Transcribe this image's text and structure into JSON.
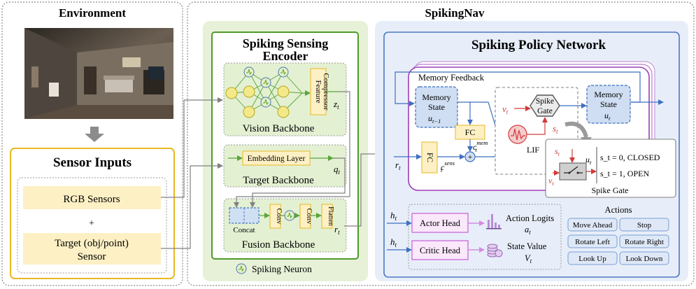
{
  "environment": {
    "title": "Environment"
  },
  "sensor_inputs": {
    "title": "Sensor Inputs",
    "rgb": "RGB Sensors",
    "plus": "+",
    "target_line1": "Target (obj/point)",
    "target_line2": "Sensor"
  },
  "spikingnav": {
    "title": "SpikingNav"
  },
  "encoder": {
    "title_line1": "Spiking Sensing",
    "title_line2": "Encoder",
    "vision": {
      "title": "Vision Backbone",
      "compressor_line1": "Feature",
      "compressor_line2": "Compressor",
      "output": "z",
      "output_sub": "t"
    },
    "target": {
      "title": "Target Backbone",
      "embedding": "Embedding Layer",
      "output": "q",
      "output_sub": "t"
    },
    "fusion": {
      "title": "Fusion Backbone",
      "concat": "Concat",
      "conv1": "Conv",
      "conv2": "Conv",
      "flatten": "Flatten",
      "output": "r",
      "output_sub": "t"
    },
    "legend": "Spiking Neuron"
  },
  "policy": {
    "title": "Spiking Policy Network",
    "memory_feedback": "Memory Feedback",
    "mem_state_left": {
      "line1": "Memory",
      "line2": "State",
      "var": "u",
      "sub": "t−1"
    },
    "mem_state_right": {
      "line1": "Memory",
      "line2": "State",
      "var": "u",
      "sub": "t"
    },
    "fc_mem": "FC",
    "fc_sens": "FC",
    "c_mem": {
      "var": "c",
      "sub": "t",
      "sup": "mem"
    },
    "c_sens": {
      "var": "c",
      "sub": "t",
      "sup": "sens"
    },
    "plus": "+",
    "lif": "LIF",
    "spike_gate_line1": "Spike",
    "spike_gate_line2": "Gate",
    "v_t": {
      "var": "v",
      "sub": "t"
    },
    "s_t": {
      "var": "s",
      "sub": "t"
    },
    "u_t": {
      "var": "u",
      "sub": "t"
    },
    "r_t": {
      "var": "r",
      "sub": "t"
    },
    "spike_gate_panel": {
      "closed": "s_t = 0, CLOSED",
      "open": "s_t = 1,   OPEN",
      "caption": "Spike Gate"
    },
    "heads": {
      "h_t": {
        "var": "h",
        "sub": "t"
      },
      "actor": "Actor Head",
      "critic": "Critic Head",
      "action_logits": "Action Logits",
      "a_t": {
        "var": "a",
        "sub": "t"
      },
      "state_value": "State Value",
      "v_big": {
        "var": "V",
        "sub": "t"
      }
    },
    "actions": {
      "title": "Actions",
      "items": [
        "Move Ahead",
        "Stop",
        "Rotate Left",
        "Rotate Right",
        "Look Up",
        "Look Down"
      ]
    }
  },
  "colors": {
    "gold": "#e8b923",
    "green_border": "#4e9a2a",
    "green_fill": "#e3f0d2",
    "blue_border": "#4a78c2",
    "blue_fill": "#e8eef9",
    "purple": "#b24fc9",
    "spike_red": "#d23a3a"
  }
}
